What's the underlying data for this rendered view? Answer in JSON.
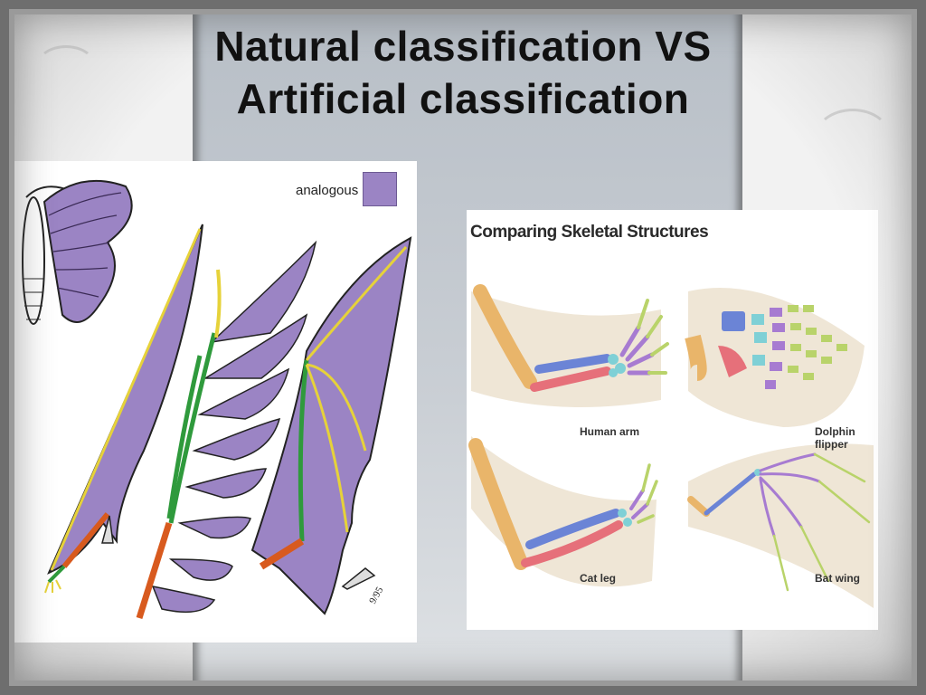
{
  "slide": {
    "title_line1": "Natural classification  VS",
    "title_line2": "Artificial classification"
  },
  "left_figure": {
    "legend_label": "analogous =",
    "legend_color": "#9b84c4",
    "signature": "9/95"
  },
  "right_figure": {
    "heading": "Comparing Skeletal Structures",
    "captions": {
      "human": "Human arm",
      "dolphin": "Dolphin flipper",
      "cat": "Cat leg",
      "bat": "Bat wing"
    }
  },
  "colors": {
    "wing_purple": "#9b84c4",
    "bone_yellow": "#e6d23a",
    "bone_green": "#2f9a3c",
    "bone_orange": "#d85a1e",
    "humerus": "#e9b56a",
    "radius_blue": "#6b84d6",
    "ulna_pink": "#e6707a",
    "carpal_cyan": "#7fd0d6",
    "metacarpal_violet": "#a77bd1",
    "phalanx_lime": "#b9d36a"
  }
}
